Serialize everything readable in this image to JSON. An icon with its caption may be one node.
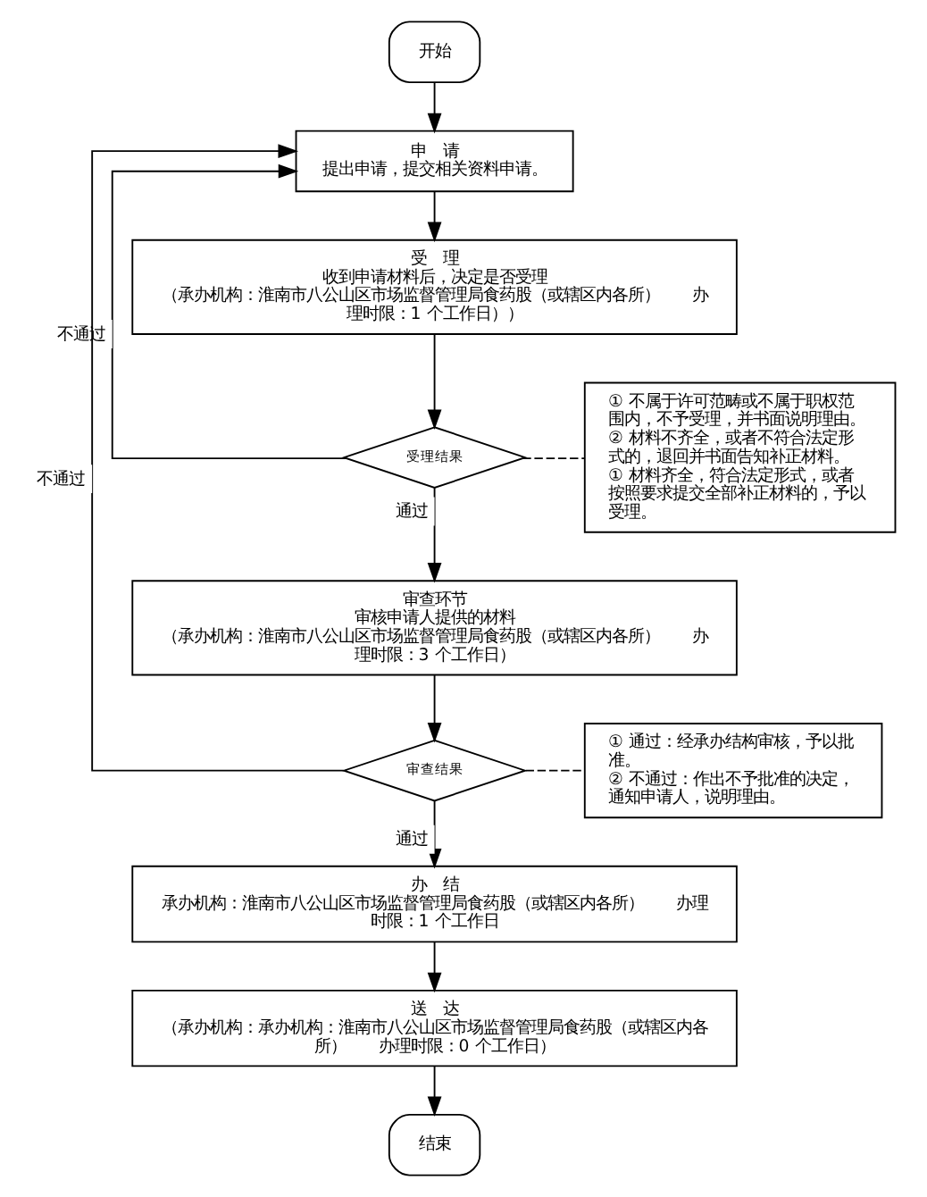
{
  "diagram": {
    "nodes": [
      {
        "text": [
          "开始"
        ]
      },
      {
        "text": [
          "申　请",
          "提出申请，提交相关资料申请。"
        ]
      },
      {
        "text": [
          "受　理",
          "收到申请材料后，决定是否受理",
          "（承办机构：淮南市八公山区市场监督管理局食药股（或辖区内各所）　　办理时限：1 个工作日））"
        ]
      },
      {
        "text": [
          "受理结果"
        ]
      },
      {
        "text": [
          "审查环节",
          "审核申请人提供的材料",
          "（承办机构：淮南市八公山区市场监督管理局食药股（或辖区内各所）　　办理时限：3 个工作日）"
        ]
      },
      {
        "text": [
          "审查结果"
        ]
      },
      {
        "text": [
          "办　结",
          "承办机构：淮南市八公山区市场监督管理局食药股（或辖区内各所）　　办理时限：1 个工作日"
        ]
      },
      {
        "text": [
          "送　达",
          "（承办机构：承办机构：淮南市八公山区市场监督管理局食药股（或辖区内各所）　　办理时限：0 个工作日）"
        ]
      },
      {
        "text": [
          "结束"
        ]
      },
      {
        "text": [
          "① 不属于许可范畴或不属于职权范围内，不予受理，并书面说明理由。",
          "② 材料不齐全，或者不符合法定形式的，退回并书面告知补正材料。",
          "① 材料齐全，符合法定形式，或者按照要求提交全部补正材料的，予以受理。"
        ]
      },
      {
        "text": [
          "① 通过：经承办结构审核，予以批准。",
          "② 不通过：作出不予批准的决定，通知申请人，说明理由。"
        ]
      }
    ],
    "edges": [
      {
        "from": 0,
        "to": 1,
        "arrow": "to"
      },
      {
        "from": 1,
        "to": 2,
        "arrow": "to"
      },
      {
        "from": 2,
        "to": 3,
        "arrow": "to"
      },
      {
        "from": 3,
        "to": 4,
        "arrow": "to",
        "label": "通过"
      },
      {
        "from": 3,
        "to": 1,
        "arrow": "to",
        "label": "不通过"
      },
      {
        "from": 4,
        "to": 5,
        "arrow": "to"
      },
      {
        "from": 5,
        "to": 6,
        "arrow": "to",
        "label": "通过"
      },
      {
        "from": 5,
        "to": 1,
        "arrow": "to",
        "label": "不通过"
      },
      {
        "from": 6,
        "to": 7,
        "arrow": "to"
      },
      {
        "from": 7,
        "to": 8,
        "arrow": "to"
      },
      {
        "from": 3,
        "to": 9,
        "arrow": "none",
        "style": "dashed"
      },
      {
        "from": 5,
        "to": 10,
        "arrow": "none",
        "style": "dashed"
      }
    ]
  }
}
